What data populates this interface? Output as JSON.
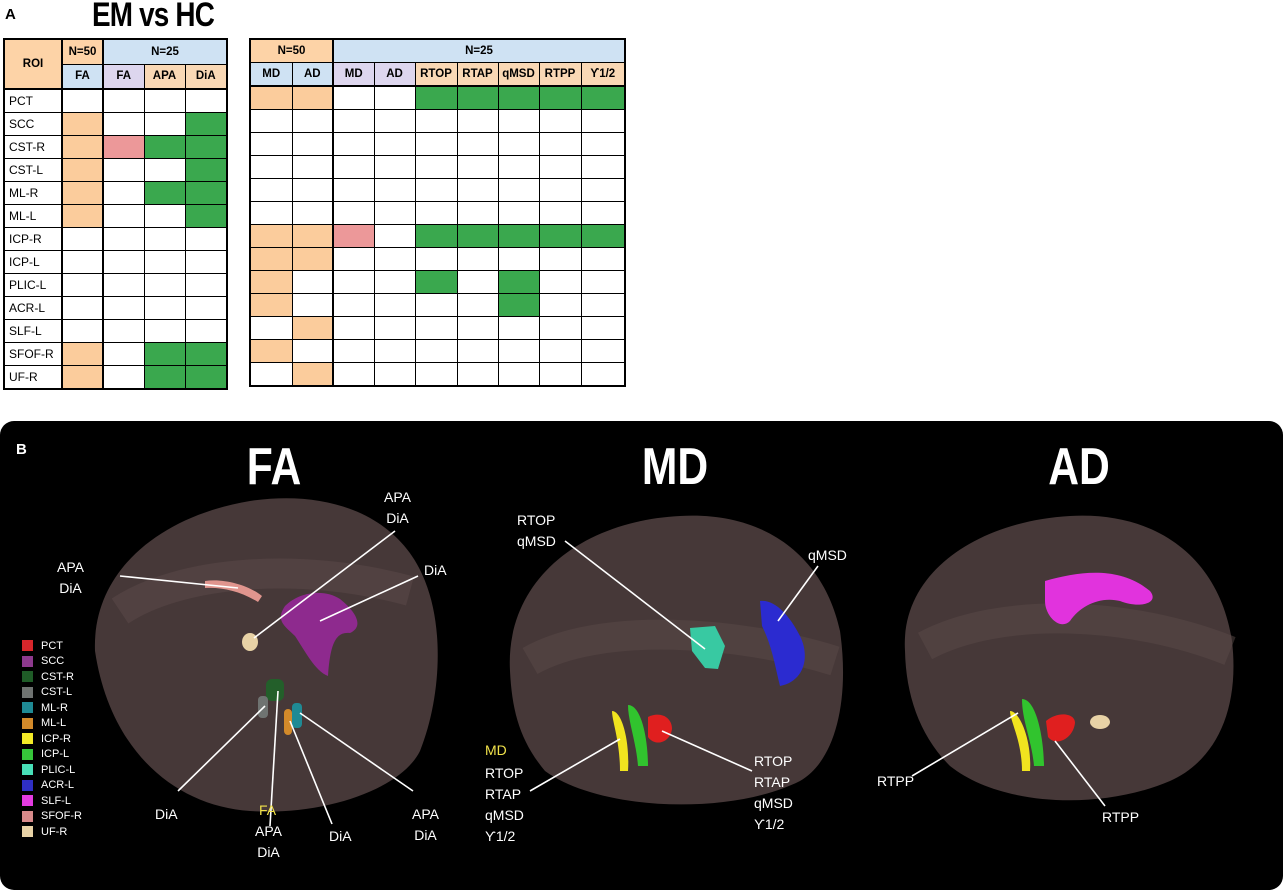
{
  "panel_a": {
    "letter": "A",
    "title": "EM vs HC",
    "left_table": {
      "roi_header": "ROI",
      "n50": "N=50",
      "n25": "N=25",
      "cols": [
        "FA",
        "FA",
        "APA",
        "DiA"
      ]
    },
    "right_table": {
      "n50": "N=50",
      "n25": "N=25",
      "cols": [
        "MD",
        "AD",
        "MD",
        "AD",
        "RTOP",
        "RTAP",
        "qMSD",
        "RTPP",
        "ϒ1/2"
      ]
    },
    "rois": [
      "PCT",
      "SCC",
      "CST-R",
      "CST-L",
      "ML-R",
      "ML-L",
      "ICP-R",
      "ICP-L",
      "PLIC-L",
      "ACR-L",
      "SLF-L",
      "SFOF-R",
      "UF-R"
    ],
    "left_cells": [
      [
        "w",
        "w",
        "w",
        "w"
      ],
      [
        "o",
        "w",
        "w",
        "g"
      ],
      [
        "o",
        "p",
        "g",
        "g"
      ],
      [
        "o",
        "w",
        "w",
        "g"
      ],
      [
        "o",
        "w",
        "g",
        "g"
      ],
      [
        "o",
        "w",
        "w",
        "g"
      ],
      [
        "w",
        "w",
        "w",
        "w"
      ],
      [
        "w",
        "w",
        "w",
        "w"
      ],
      [
        "w",
        "w",
        "w",
        "w"
      ],
      [
        "w",
        "w",
        "w",
        "w"
      ],
      [
        "w",
        "w",
        "w",
        "w"
      ],
      [
        "o",
        "w",
        "g",
        "g"
      ],
      [
        "o",
        "w",
        "g",
        "g"
      ]
    ],
    "right_cells": [
      [
        "o",
        "o",
        "w",
        "w",
        "g",
        "g",
        "g",
        "g",
        "g"
      ],
      [
        "w",
        "w",
        "w",
        "w",
        "w",
        "w",
        "w",
        "w",
        "w"
      ],
      [
        "w",
        "w",
        "w",
        "w",
        "w",
        "w",
        "w",
        "w",
        "w"
      ],
      [
        "w",
        "w",
        "w",
        "w",
        "w",
        "w",
        "w",
        "w",
        "w"
      ],
      [
        "w",
        "w",
        "w",
        "w",
        "w",
        "w",
        "w",
        "w",
        "w"
      ],
      [
        "w",
        "w",
        "w",
        "w",
        "w",
        "w",
        "w",
        "w",
        "w"
      ],
      [
        "o",
        "o",
        "p",
        "w",
        "g",
        "g",
        "g",
        "g",
        "g"
      ],
      [
        "o",
        "o",
        "w",
        "w",
        "w",
        "w",
        "w",
        "w",
        "w"
      ],
      [
        "o",
        "w",
        "w",
        "w",
        "g",
        "w",
        "g",
        "w",
        "w"
      ],
      [
        "o",
        "w",
        "w",
        "w",
        "w",
        "w",
        "g",
        "w",
        "w"
      ],
      [
        "w",
        "o",
        "w",
        "w",
        "w",
        "w",
        "w",
        "w",
        "w"
      ],
      [
        "o",
        "w",
        "w",
        "w",
        "w",
        "w",
        "w",
        "w",
        "w"
      ],
      [
        "w",
        "o",
        "w",
        "w",
        "w",
        "w",
        "w",
        "w",
        "w"
      ]
    ]
  },
  "panel_b": {
    "letter": "B",
    "titles": [
      "FA",
      "MD",
      "AD"
    ],
    "labels": {
      "fa_apa_dia_top": "APA\nDiA",
      "fa_apa_dia_left": "APA\nDiA",
      "fa_dia_right": "DiA",
      "fa_dia_bl": "DiA",
      "fa_fa": "FA",
      "fa_apa_dia_center": "APA\nDiA",
      "fa_dia_center": "DiA",
      "fa_apa_dia_br": "APA\nDiA",
      "md_rtop_qmsd": "RTOP\nqMSD",
      "md_qmsd": "qMSD",
      "md_md": "MD",
      "md_left_list": "RTOP\nRTAP\nqMSD\nϒ1/2",
      "md_right_list": "RTOP\nRTAP\nqMSD\nϒ1/2",
      "ad_rtpp_left": "RTPP",
      "ad_rtpp_right": "RTPP"
    },
    "legend": [
      {
        "name": "PCT",
        "color": "#d7262b"
      },
      {
        "name": "SCC",
        "color": "#8e3a8e"
      },
      {
        "name": "CST-R",
        "color": "#1f5c27"
      },
      {
        "name": "CST-L",
        "color": "#6f7371"
      },
      {
        "name": "ML-R",
        "color": "#1f8a94"
      },
      {
        "name": "ML-L",
        "color": "#d38a2a"
      },
      {
        "name": "ICP-R",
        "color": "#f3ea27"
      },
      {
        "name": "ICP-L",
        "color": "#36c63a"
      },
      {
        "name": "PLIC-L",
        "color": "#48e0b8"
      },
      {
        "name": "ACR-L",
        "color": "#2f2fc4"
      },
      {
        "name": "SLF-L",
        "color": "#e43be1"
      },
      {
        "name": "SFOF-R",
        "color": "#d98b8b"
      },
      {
        "name": "UF-R",
        "color": "#e8d2a6"
      }
    ]
  }
}
